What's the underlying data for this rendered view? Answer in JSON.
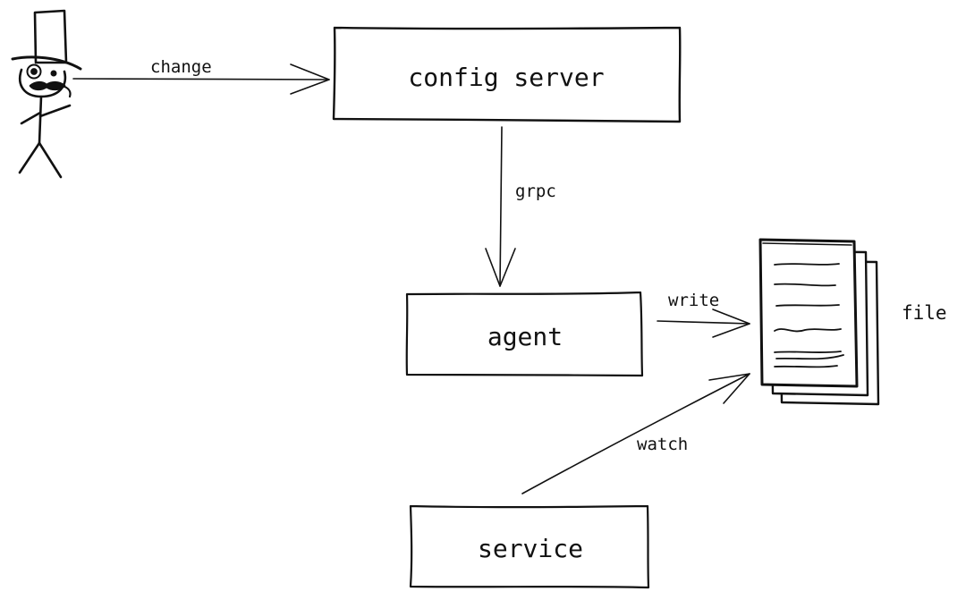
{
  "nodes": {
    "config_server": "config server",
    "agent": "agent",
    "service": "service",
    "file": "file"
  },
  "edges": {
    "change": "change",
    "grpc": "grpc",
    "write": "write",
    "watch": "watch"
  },
  "colors": {
    "stroke": "#111111",
    "background": "#ffffff"
  },
  "icons": {
    "actor": "stick-figure-with-top-hat-icon",
    "file": "document-stack-icon"
  }
}
